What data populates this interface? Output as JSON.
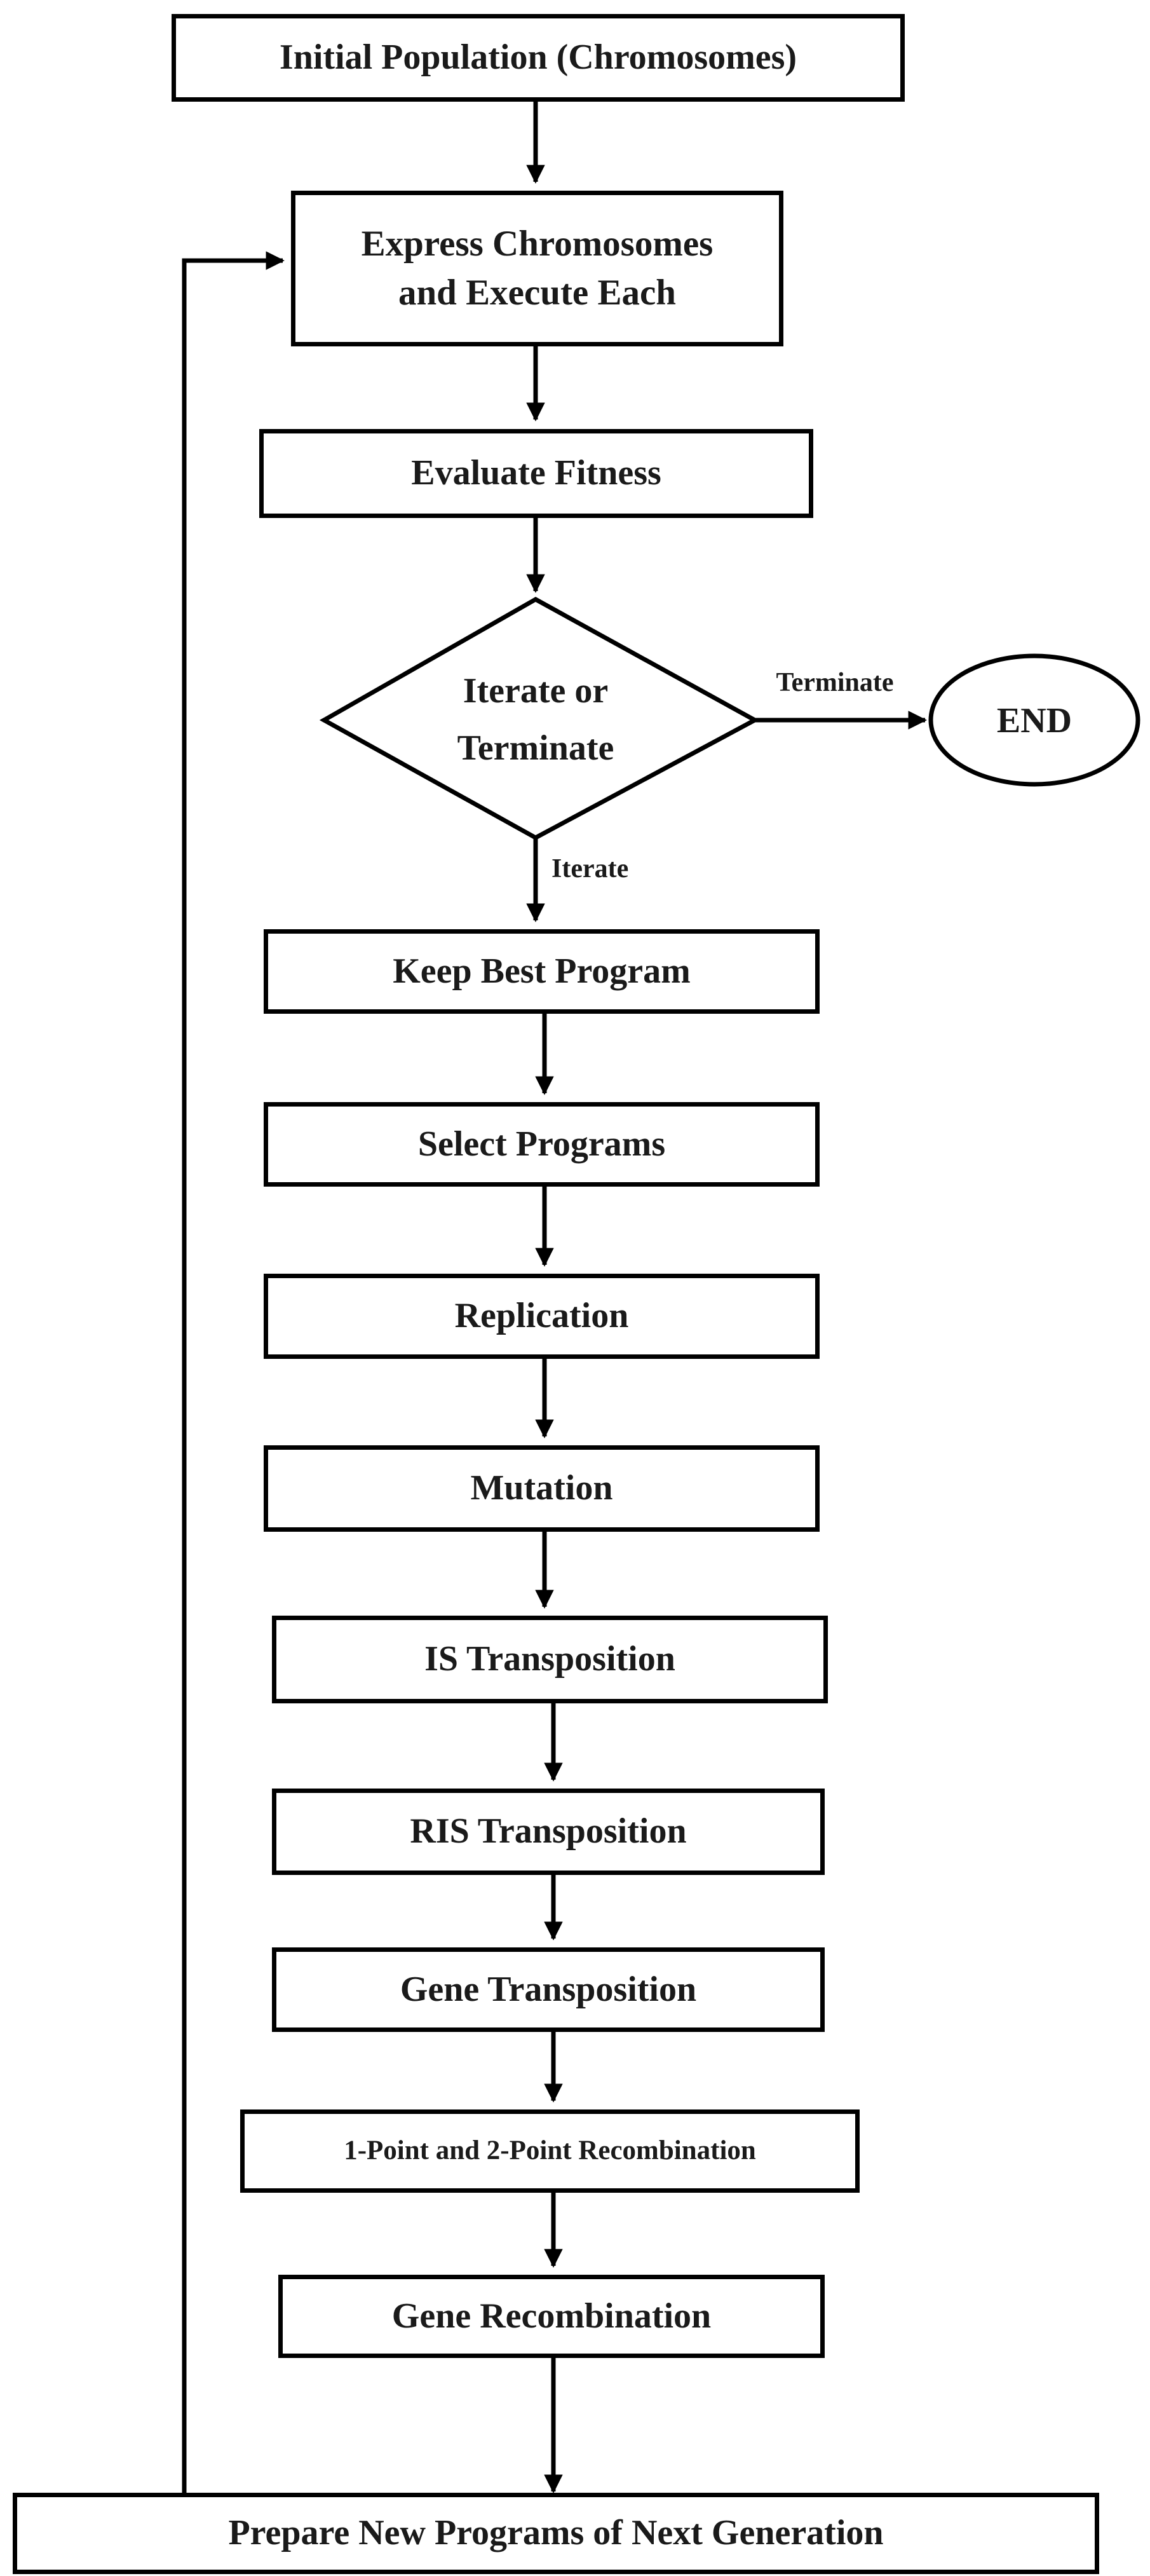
{
  "flowchart": {
    "steps": {
      "initial": "Initial Population (Chromosomes)",
      "express_line1": "Express Chromosomes",
      "express_line2": "and Execute Each",
      "evaluate": "Evaluate Fitness",
      "keep_best": "Keep Best Program",
      "select": "Select Programs",
      "replication": "Replication",
      "mutation": "Mutation",
      "is_transposition": "IS Transposition",
      "ris_transposition": "RIS Transposition",
      "gene_transposition": "Gene Transposition",
      "recombination_points": "1-Point and 2-Point Recombination",
      "gene_recombination": "Gene Recombination",
      "prepare": "Prepare New Programs of Next Generation"
    },
    "decision": {
      "line1": "Iterate or",
      "line2": "Terminate",
      "terminate_label": "Terminate",
      "iterate_label": "Iterate"
    },
    "end_label": "END"
  }
}
